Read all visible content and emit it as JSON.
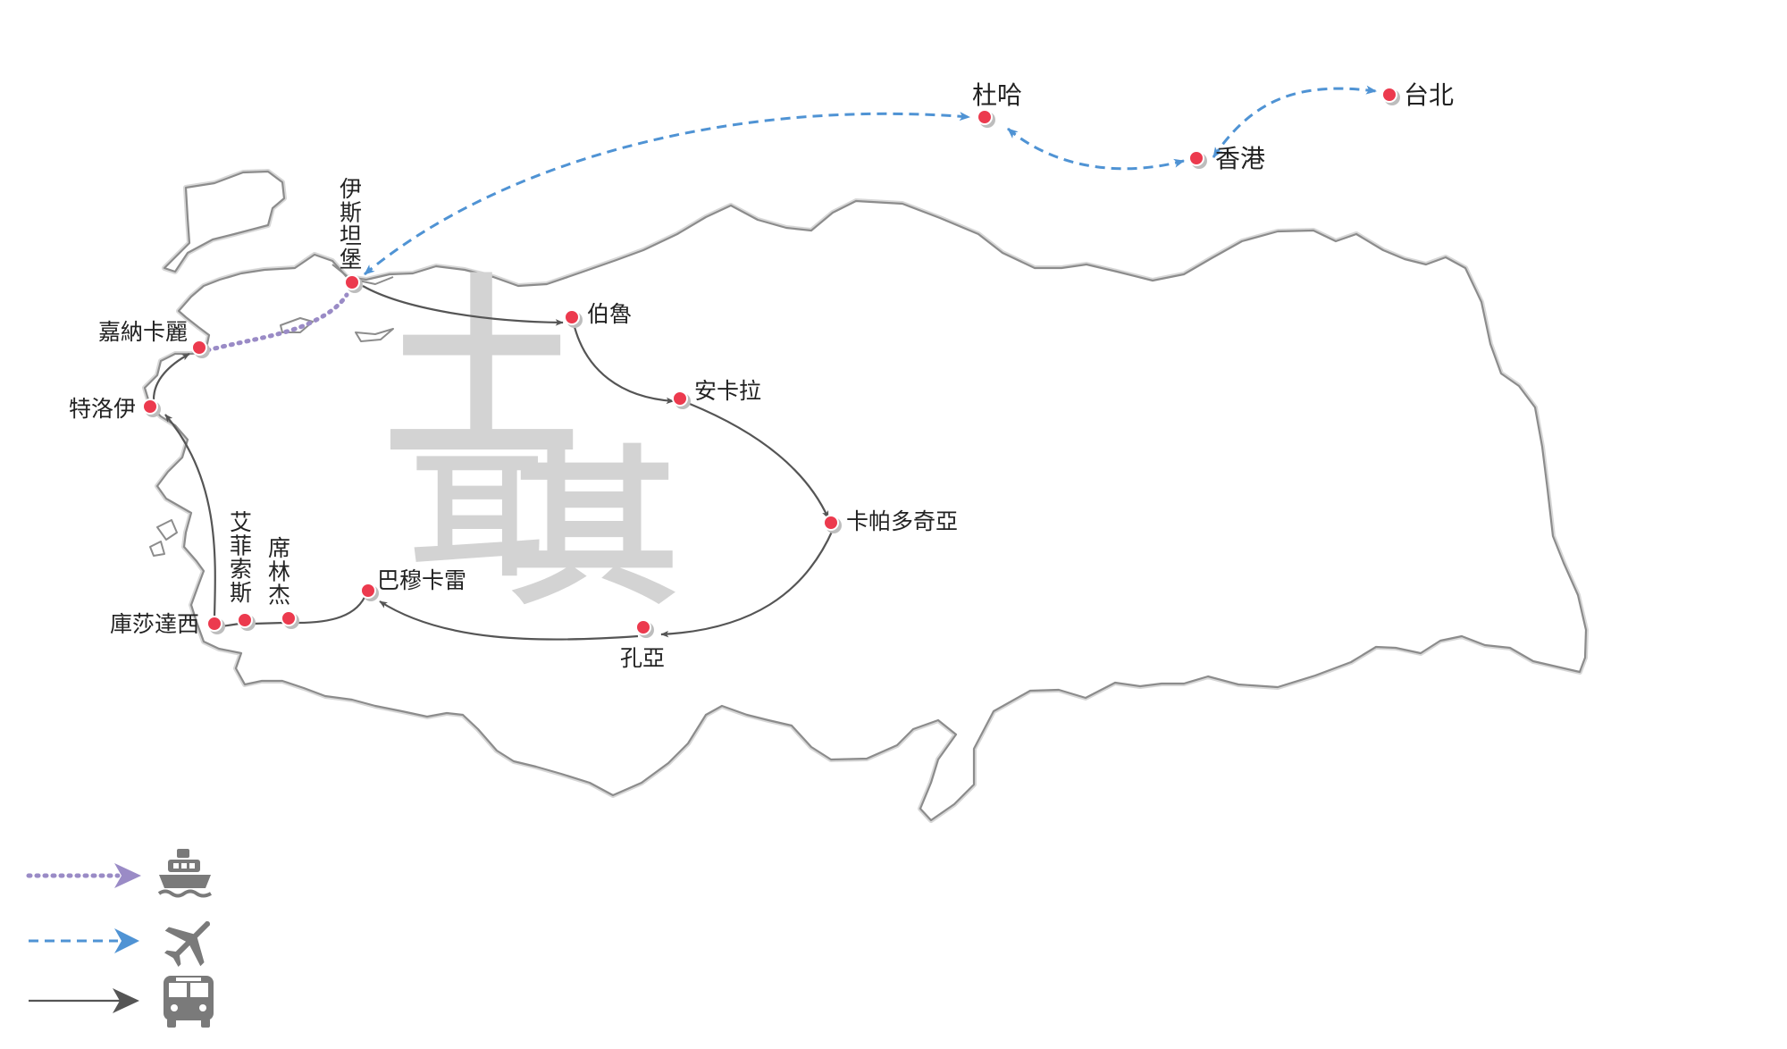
{
  "country_label": [
    "土",
    "耳",
    "其"
  ],
  "cities": [
    {
      "id": "taipei",
      "label": "台北"
    },
    {
      "id": "hongkong",
      "label": "香港"
    },
    {
      "id": "doha",
      "label": "杜哈"
    },
    {
      "id": "istanbul",
      "label": "伊斯坦堡"
    },
    {
      "id": "bolu",
      "label": "伯魯"
    },
    {
      "id": "ankara",
      "label": "安卡拉"
    },
    {
      "id": "cappadocia",
      "label": "卡帕多奇亞"
    },
    {
      "id": "konya",
      "label": "孔亞"
    },
    {
      "id": "pamukkale",
      "label": "巴穆卡雷"
    },
    {
      "id": "sirince",
      "label": "席林杰"
    },
    {
      "id": "ephesus",
      "label": "艾菲索斯"
    },
    {
      "id": "kusadasi",
      "label": "庫莎達西"
    },
    {
      "id": "troy",
      "label": "特洛伊"
    },
    {
      "id": "canakkale",
      "label": "嘉納卡麗"
    }
  ],
  "routes": [
    {
      "from": "taipei",
      "to": "hongkong",
      "mode": "plane",
      "bidirectional": true
    },
    {
      "from": "hongkong",
      "to": "doha",
      "mode": "plane",
      "bidirectional": true
    },
    {
      "from": "doha",
      "to": "istanbul",
      "mode": "plane",
      "bidirectional": true
    },
    {
      "from": "istanbul",
      "to": "bolu",
      "mode": "bus"
    },
    {
      "from": "bolu",
      "to": "ankara",
      "mode": "bus"
    },
    {
      "from": "ankara",
      "to": "cappadocia",
      "mode": "bus"
    },
    {
      "from": "cappadocia",
      "to": "konya",
      "mode": "bus"
    },
    {
      "from": "konya",
      "to": "pamukkale",
      "mode": "bus"
    },
    {
      "from": "pamukkale",
      "to": "sirince",
      "mode": "bus"
    },
    {
      "from": "sirince",
      "to": "ephesus",
      "mode": "bus"
    },
    {
      "from": "ephesus",
      "to": "kusadasi",
      "mode": "bus"
    },
    {
      "from": "kusadasi",
      "to": "troy",
      "mode": "bus"
    },
    {
      "from": "troy",
      "to": "canakkale",
      "mode": "bus"
    },
    {
      "from": "canakkale",
      "to": "istanbul",
      "mode": "ship"
    }
  ],
  "legend": [
    {
      "mode": "ship",
      "icon": "ship-icon"
    },
    {
      "mode": "plane",
      "icon": "airplane-icon"
    },
    {
      "mode": "bus",
      "icon": "bus-icon"
    }
  ],
  "colors": {
    "city_dot": "#ec3a4e",
    "bus_route": "#555555",
    "plane_route": "#4f93d4",
    "ship_route": "#9a8bc6",
    "watermark": "#d3d3d3"
  }
}
